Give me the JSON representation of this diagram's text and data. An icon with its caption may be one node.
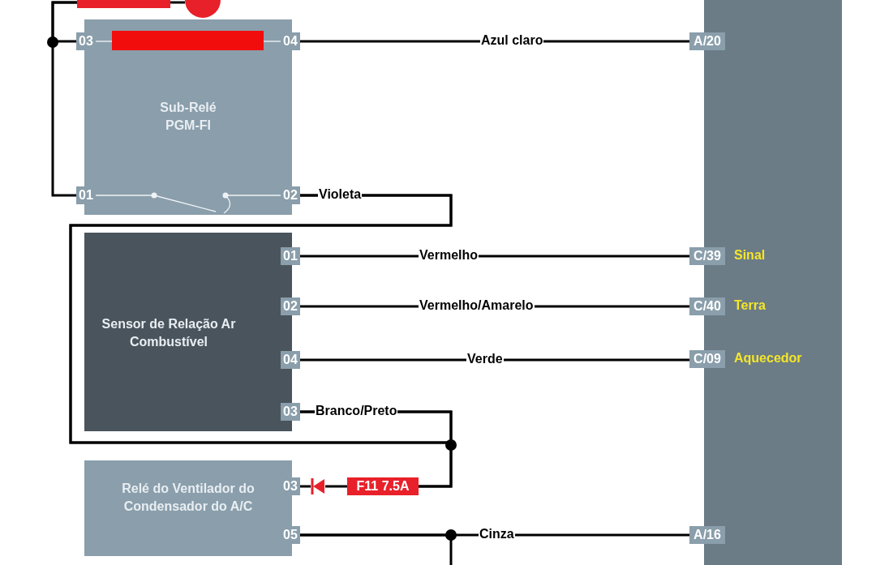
{
  "diagram": {
    "nodes": [
      {
        "text": [
          "Sub-Relé PGM-FI"
        ]
      },
      {
        "text": [
          "03"
        ],
        "in": 0
      },
      {
        "text": [
          "04"
        ],
        "in": 0
      },
      {
        "text": [
          "01"
        ],
        "in": 0
      },
      {
        "text": [
          "02"
        ],
        "in": 0
      },
      {
        "text": [],
        "shape": "bar",
        "in": 0
      },
      {
        "text": [
          "Sensor de Relação Ar Combustível"
        ]
      },
      {
        "text": [
          "01"
        ],
        "in": 6
      },
      {
        "text": [
          "02"
        ],
        "in": 6
      },
      {
        "text": [
          "04"
        ],
        "in": 6
      },
      {
        "text": [
          "03"
        ],
        "in": 6
      },
      {
        "text": [
          "Relé do Ventilador do Condensador do A/C"
        ]
      },
      {
        "text": [
          "03"
        ],
        "in": 11
      },
      {
        "text": [
          "05"
        ],
        "in": 11
      },
      {
        "text": [
          "F11 7.5A"
        ]
      },
      {
        "text": [],
        "shape": "diode"
      },
      {
        "text": [],
        "shape": "box"
      },
      {
        "text": [
          "A/20"
        ],
        "in": 16
      },
      {
        "text": [
          "C/39"
        ],
        "in": 16,
        "beside": [
          "Sinal"
        ]
      },
      {
        "text": [
          "C/40"
        ],
        "in": 16,
        "beside": [
          "Terra"
        ]
      },
      {
        "text": [
          "C/09"
        ],
        "in": 16,
        "beside": [
          "Aquecedor"
        ]
      },
      {
        "text": [
          "A/16"
        ],
        "in": 16
      },
      {
        "text": [],
        "shape": "box"
      },
      {
        "text": [],
        "shape": "circle"
      }
    ],
    "edges": [
      {
        "from": 22,
        "to": 23,
        "arrow": "none"
      },
      {
        "from": 22,
        "to": 1,
        "arrow": "none"
      },
      {
        "from": 22,
        "to": 3,
        "arrow": "none"
      },
      {
        "from": 1,
        "to": 5,
        "arrow": "none",
        "color": "#e6eaee"
      },
      {
        "from": 5,
        "to": 2,
        "arrow": "none",
        "color": "#e6eaee"
      },
      {
        "from": 2,
        "to": 17,
        "arrow": "none",
        "label": "Azul claro"
      },
      {
        "from": 4,
        "to": 10,
        "arrow": "none",
        "label": "Violeta"
      },
      {
        "from": 4,
        "to": 14,
        "arrow": "none"
      },
      {
        "from": 7,
        "to": 18,
        "arrow": "none",
        "label": "Vermelho"
      },
      {
        "from": 8,
        "to": 19,
        "arrow": "none",
        "label": "Vermelho/Amarelo"
      },
      {
        "from": 9,
        "to": 20,
        "arrow": "none",
        "label": "Verde"
      },
      {
        "from": 10,
        "to": 14,
        "arrow": "none",
        "label": "Branco/Preto"
      },
      {
        "from": 14,
        "to": 15,
        "arrow": "none"
      },
      {
        "from": 15,
        "to": 12,
        "arrow": "none"
      },
      {
        "from": 13,
        "to": 21,
        "arrow": "none",
        "label": "Cinza"
      },
      {
        "from": null,
        "to": 13,
        "arrow": "none"
      }
    ]
  }
}
